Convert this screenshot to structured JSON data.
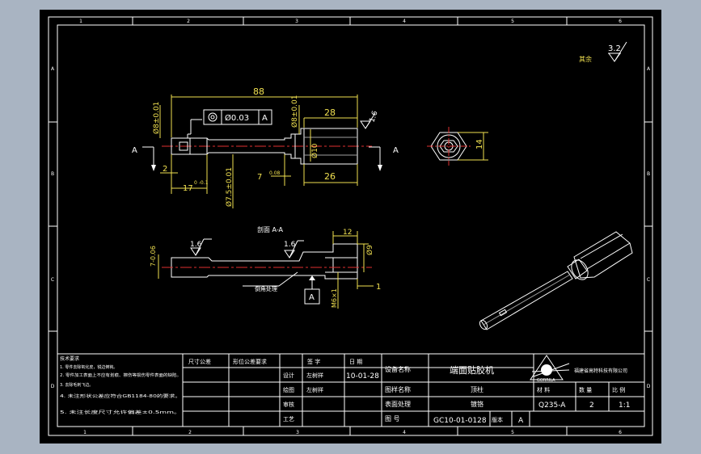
{
  "colors": {
    "background": "#a9b4c2",
    "sheet": "#000000",
    "lines": "#ffffff",
    "dimensions": "#f0e050",
    "center_lines": "#e03030",
    "hatching": "#f0e050"
  },
  "border_zones": {
    "top": [
      "1",
      "2",
      "3",
      "4",
      "5",
      "6"
    ],
    "bottom": [
      "1",
      "2",
      "3",
      "4",
      "5",
      "6"
    ],
    "left": [
      "A",
      "B",
      "C",
      "D"
    ],
    "right": [
      "A",
      "B",
      "C",
      "D"
    ]
  },
  "general_roughness": {
    "label": "其余",
    "value": "3.2"
  },
  "top_view": {
    "overall_length": "88",
    "head_length": "28",
    "tolerance_frame": {
      "symbol": "◎",
      "value": "Ø0.03",
      "datum": "A"
    },
    "diameter_8": "Ø8±0.01",
    "diameter_8b": "Ø8±0.01",
    "diameter_10": "Ø10",
    "diameter_75": "Ø7.5±0.01",
    "dim_2": "2",
    "dim_17": "17",
    "dim_17_tol": "0\n-0.1",
    "dim_7": "7",
    "dim_7_tol": "0.08",
    "dim_26": "26",
    "roughness": "1.6",
    "section_marker": "A"
  },
  "end_view": {
    "across_flats": "14"
  },
  "section_view": {
    "title": "剖面 A-A",
    "dim_12": "12",
    "diameter_9": "Ø9",
    "dim_7_06": "7-0.06",
    "roughness_1": "1.6",
    "roughness_2": "1.6",
    "note": "倒角处理",
    "thread": "M6×1",
    "dim_1": "1",
    "datum": "A"
  },
  "tech_requirements": {
    "title": "技术要求",
    "lines": [
      "1. 零件去除氧化皮，锐边倒钝。",
      "2. 零件加工表面上不应有划痕、擦伤等损伤零件表面的缺陷。",
      "3. 去除毛刺飞边。",
      "4. 未注形状公差应符合GB1184-80的要求。",
      "5. 未注长度尺寸允许偏差±0.5mm。"
    ]
  },
  "title_block": {
    "col_headers": [
      "尺寸公差",
      "形位公差要求",
      "签 字",
      "日 期"
    ],
    "role_rows": [
      {
        "role": "设计",
        "name": "左树祥",
        "date": "10-01-28"
      },
      {
        "role": "绘图",
        "name": "左树祥",
        "date": ""
      },
      {
        "role": "审核",
        "name": "",
        "date": ""
      },
      {
        "role": "工艺",
        "name": "",
        "date": ""
      }
    ],
    "device_name_label": "设备名称",
    "device_name": "端面贴胶机",
    "part_name_label": "图样名称",
    "part_name": "顶柱",
    "surface_label": "表面处理",
    "surface": "镀铬",
    "drawing_no_label": "图 号",
    "drawing_no": "GC10-01-0128",
    "version_label": "版本",
    "version": "A",
    "company": "福建省高特科技有限公司",
    "logo_text": "GORRILA",
    "material_label": "材 料",
    "material": "Q235-A",
    "quantity_label": "数 量",
    "quantity": "2",
    "scale_label": "比 例",
    "scale": "1:1"
  }
}
